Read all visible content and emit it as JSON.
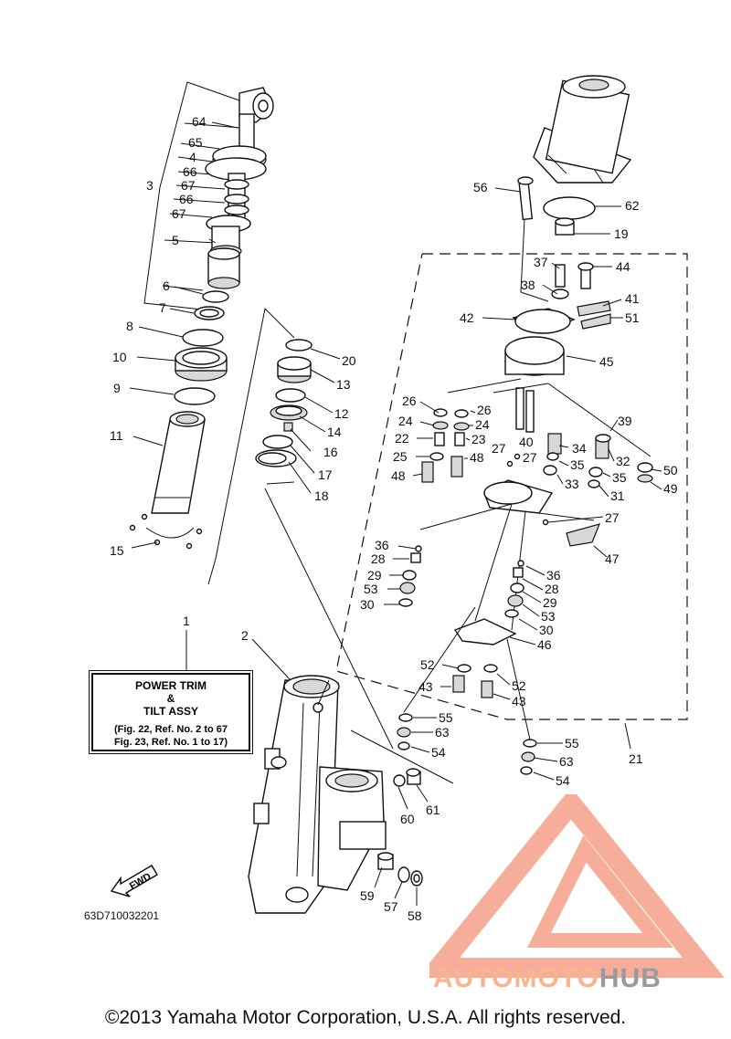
{
  "reference_box": {
    "title_line1": "POWER TRIM",
    "title_line2": "&",
    "title_line3": "TILT ASSY",
    "ref_line1": "(Fig. 22, Ref. No. 2 to 67",
    "ref_line2": "Fig. 23, Ref. No. 1 to 17)"
  },
  "drawing_code": "63D710032201",
  "fwd_label": "FWD",
  "copyright": "©2013 Yamaha Motor Corporation, U.S.A. All rights reserved.",
  "watermark": {
    "part1": "AUTOMOTO",
    "part2": "HUB",
    "colors": {
      "accent": "#f4a08a",
      "gray": "#9a9a9a"
    }
  },
  "callouts": [
    {
      "id": "c64",
      "text": "64"
    },
    {
      "id": "c65",
      "text": "65"
    },
    {
      "id": "c4",
      "text": "4"
    },
    {
      "id": "c66a",
      "text": "66"
    },
    {
      "id": "c3",
      "text": "3"
    },
    {
      "id": "c67a",
      "text": "67"
    },
    {
      "id": "c66b",
      "text": "66"
    },
    {
      "id": "c67b",
      "text": "67"
    },
    {
      "id": "c5",
      "text": "5"
    },
    {
      "id": "c6",
      "text": "6"
    },
    {
      "id": "c7",
      "text": "7"
    },
    {
      "id": "c8",
      "text": "8"
    },
    {
      "id": "c10",
      "text": "10"
    },
    {
      "id": "c9",
      "text": "9"
    },
    {
      "id": "c11",
      "text": "11"
    },
    {
      "id": "c15",
      "text": "15"
    },
    {
      "id": "c1",
      "text": "1"
    },
    {
      "id": "c2",
      "text": "2"
    },
    {
      "id": "c20",
      "text": "20"
    },
    {
      "id": "c13",
      "text": "13"
    },
    {
      "id": "c12",
      "text": "12"
    },
    {
      "id": "c14",
      "text": "14"
    },
    {
      "id": "c16",
      "text": "16"
    },
    {
      "id": "c17",
      "text": "17"
    },
    {
      "id": "c18",
      "text": "18"
    },
    {
      "id": "c56",
      "text": "56"
    },
    {
      "id": "c62",
      "text": "62"
    },
    {
      "id": "c19",
      "text": "19"
    },
    {
      "id": "c37",
      "text": "37"
    },
    {
      "id": "c44",
      "text": "44"
    },
    {
      "id": "c38",
      "text": "38"
    },
    {
      "id": "c41",
      "text": "41"
    },
    {
      "id": "c42",
      "text": "42"
    },
    {
      "id": "c51",
      "text": "51"
    },
    {
      "id": "c45",
      "text": "45"
    },
    {
      "id": "c26a",
      "text": "26"
    },
    {
      "id": "c26b",
      "text": "26"
    },
    {
      "id": "c24a",
      "text": "24"
    },
    {
      "id": "c24b",
      "text": "24"
    },
    {
      "id": "c40",
      "text": "40"
    },
    {
      "id": "c39",
      "text": "39"
    },
    {
      "id": "c22",
      "text": "22"
    },
    {
      "id": "c23",
      "text": "23"
    },
    {
      "id": "c34",
      "text": "34"
    },
    {
      "id": "c27a",
      "text": "27"
    },
    {
      "id": "c32",
      "text": "32"
    },
    {
      "id": "c25",
      "text": "25"
    },
    {
      "id": "c48a",
      "text": "48"
    },
    {
      "id": "c27b",
      "text": "27"
    },
    {
      "id": "c35a",
      "text": "35"
    },
    {
      "id": "c50",
      "text": "50"
    },
    {
      "id": "c48b",
      "text": "48"
    },
    {
      "id": "c35b",
      "text": "35"
    },
    {
      "id": "c33",
      "text": "33"
    },
    {
      "id": "c49",
      "text": "49"
    },
    {
      "id": "c31",
      "text": "31"
    },
    {
      "id": "c27c",
      "text": "27"
    },
    {
      "id": "c36a",
      "text": "36"
    },
    {
      "id": "c28a",
      "text": "28"
    },
    {
      "id": "c47",
      "text": "47"
    },
    {
      "id": "c29a",
      "text": "29"
    },
    {
      "id": "c36b",
      "text": "36"
    },
    {
      "id": "c53a",
      "text": "53"
    },
    {
      "id": "c28b",
      "text": "28"
    },
    {
      "id": "c30a",
      "text": "30"
    },
    {
      "id": "c29b",
      "text": "29"
    },
    {
      "id": "c53b",
      "text": "53"
    },
    {
      "id": "c30b",
      "text": "30"
    },
    {
      "id": "c46",
      "text": "46"
    },
    {
      "id": "c52a",
      "text": "52"
    },
    {
      "id": "c43a",
      "text": "43"
    },
    {
      "id": "c52b",
      "text": "52"
    },
    {
      "id": "c43b",
      "text": "43"
    },
    {
      "id": "c55a",
      "text": "55"
    },
    {
      "id": "c63a",
      "text": "63"
    },
    {
      "id": "c54a",
      "text": "54"
    },
    {
      "id": "c55b",
      "text": "55"
    },
    {
      "id": "c21",
      "text": "21"
    },
    {
      "id": "c63b",
      "text": "63"
    },
    {
      "id": "c54b",
      "text": "54"
    },
    {
      "id": "c60",
      "text": "60"
    },
    {
      "id": "c61",
      "text": "61"
    },
    {
      "id": "c59",
      "text": "59"
    },
    {
      "id": "c57",
      "text": "57"
    },
    {
      "id": "c58",
      "text": "58"
    }
  ]
}
